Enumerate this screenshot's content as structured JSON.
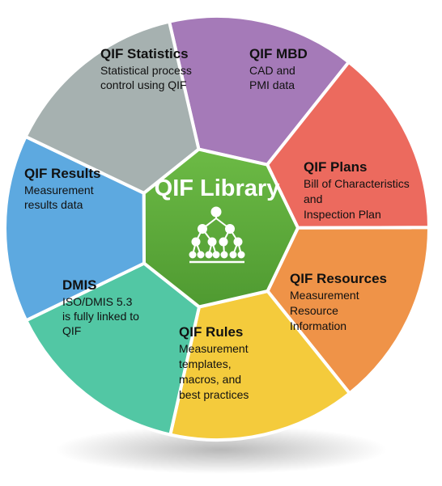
{
  "hub": {
    "title": "QIF Library",
    "icon": "hierarchy-tree-icon",
    "color": "#5fad3c"
  },
  "segments": [
    {
      "id": "statistics",
      "title": "QIF Statistics",
      "description": [
        "Statistical process",
        "control using QIF"
      ],
      "color": "#a57ab8"
    },
    {
      "id": "mbd",
      "title": "QIF MBD",
      "description": [
        "CAD and",
        "PMI data"
      ],
      "color": "#ec6a5e"
    },
    {
      "id": "plans",
      "title": "QIF Plans",
      "description": [
        "Bill of Characteristics",
        "and",
        "Inspection Plan"
      ],
      "color": "#ef9348"
    },
    {
      "id": "resources",
      "title": "QIF Resources",
      "description": [
        "Measurement",
        "Resource",
        "Information"
      ],
      "color": "#f4cb3c"
    },
    {
      "id": "rules",
      "title": "QIF Rules",
      "description": [
        "Measurement",
        "templates,",
        "macros, and",
        "best practices"
      ],
      "color": "#52c7a4"
    },
    {
      "id": "dmis",
      "title": "DMIS",
      "description": [
        "ISO/DMIS 5.3",
        "is fully linked to",
        "QIF"
      ],
      "color": "#5da9e0"
    },
    {
      "id": "results",
      "title": "QIF Results",
      "description": [
        "Measurement",
        "results data"
      ],
      "color": "#a6b1b0"
    }
  ]
}
